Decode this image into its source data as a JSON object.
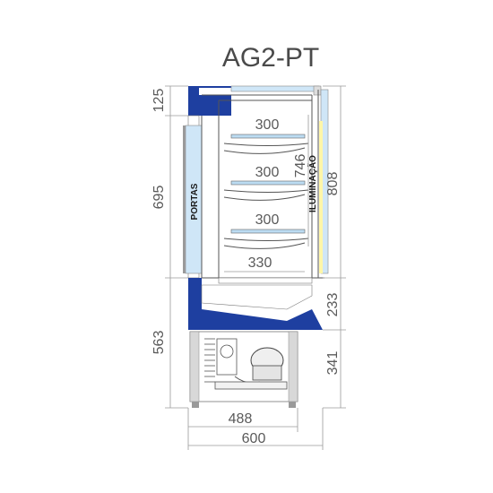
{
  "title": "AG2-PT",
  "labels": {
    "doors": "PORTAS",
    "lighting": "ILUMINAÇÃO"
  },
  "dimensions": {
    "top_band": "125",
    "door_height": "695",
    "base_height": "563",
    "shelf_top": "300",
    "shelf_middle": "300",
    "shelf_bottom": "300",
    "base_shelf": "330",
    "interior_height": "746",
    "total_right": "808",
    "tank_height": "233",
    "machine_height": "341",
    "inner_width": "488",
    "total_width": "600"
  },
  "colors": {
    "blue": "#1e3fa0",
    "light_blue": "#cfe6f7",
    "glass": "#bcdcf2",
    "grey": "#b0b0b0"
  }
}
